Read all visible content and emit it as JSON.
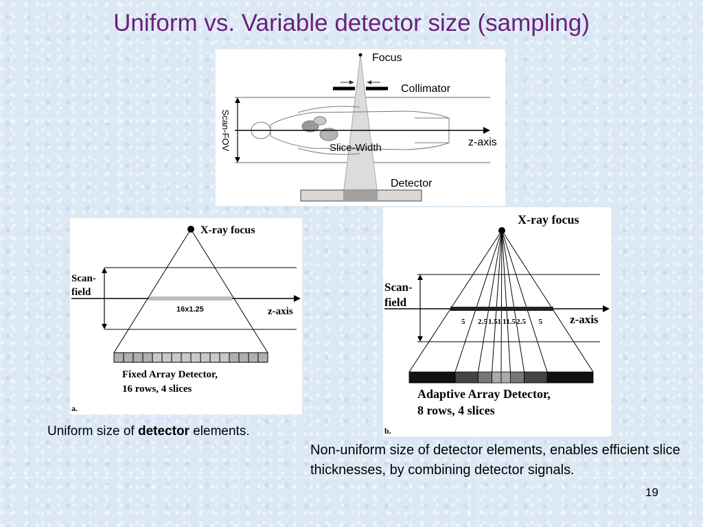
{
  "title": "Uniform vs. Variable detector size (sampling)",
  "top_diagram": {
    "focus": "Focus",
    "collimator": "Collimator",
    "scan_fov": "Scan-FOV",
    "z_axis": "z-axis",
    "slice_width": "Slice-Width",
    "detector": "Detector"
  },
  "left_diagram": {
    "xray_focus": "X-ray focus",
    "scan_field_1": "Scan-",
    "scan_field_2": "field",
    "z_axis": "z-axis",
    "config": "16x1.25",
    "detector_line1": "Fixed Array Detector,",
    "detector_line2": "16 rows, 4 slices",
    "panel_letter": "a."
  },
  "right_diagram": {
    "xray_focus": "X-ray focus",
    "scan_field_1": "Scan-",
    "scan_field_2": "field",
    "z_axis": "z-axis",
    "sizes": [
      "5",
      "2.5",
      "1.5",
      "1",
      "1",
      "1.5",
      "2.5",
      "5"
    ],
    "detector_line1": "Adaptive Array Detector,",
    "detector_line2": "8 rows, 4 slices",
    "panel_letter": "b."
  },
  "caption_left": {
    "before": "Uniform size of ",
    "bold": "detector",
    "after": " elements."
  },
  "caption_right": "Non-uniform size of detector elements, enables efficient slice thicknesses, by combining detector signals.",
  "slide_number": "19",
  "colors": {
    "title": "#6b1f7a",
    "background": "#dce9f5"
  }
}
